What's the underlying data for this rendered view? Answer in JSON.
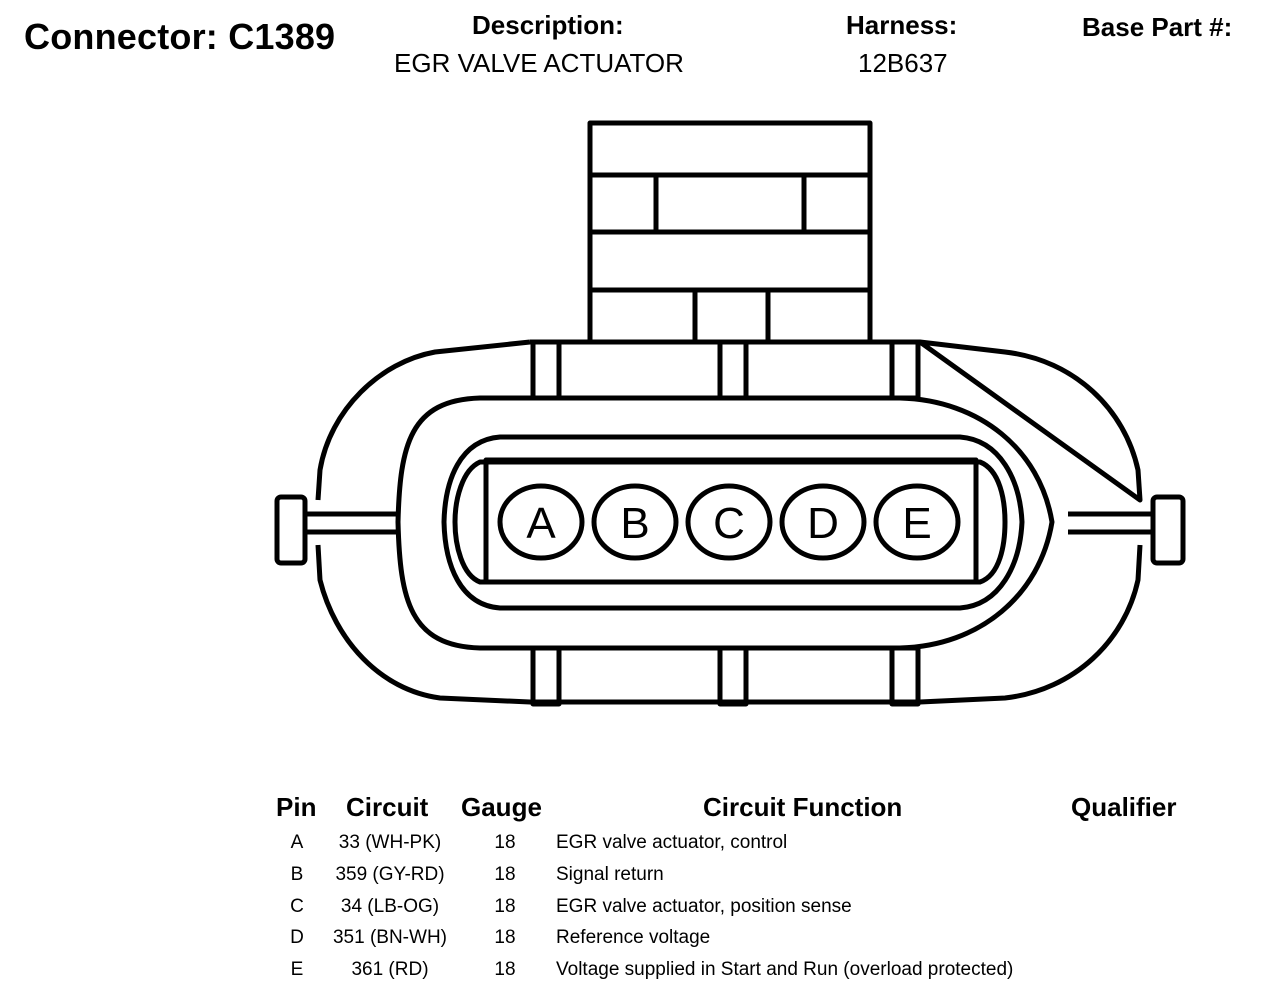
{
  "header": {
    "connector": "Connector: C1389",
    "description_label": "Description:",
    "description_value": "EGR VALVE ACTUATOR",
    "harness_label": "Harness:",
    "harness_value": "12B637",
    "base_part_label": "Base Part #:"
  },
  "diagram": {
    "pins": [
      "A",
      "B",
      "C",
      "D",
      "E"
    ]
  },
  "table": {
    "columns": [
      "Pin",
      "Circuit",
      "Gauge",
      "Circuit Function",
      "Qualifier"
    ],
    "rows": [
      {
        "pin": "A",
        "circuit": "33 (WH-PK)",
        "gauge": "18",
        "function": "EGR valve actuator, control"
      },
      {
        "pin": "B",
        "circuit": "359 (GY-RD)",
        "gauge": "18",
        "function": "Signal return"
      },
      {
        "pin": "C",
        "circuit": "34 (LB-OG)",
        "gauge": "18",
        "function": "EGR valve actuator, position sense"
      },
      {
        "pin": "D",
        "circuit": "351 (BN-WH)",
        "gauge": "18",
        "function": "Reference voltage"
      },
      {
        "pin": "E",
        "circuit": "361 (RD)",
        "gauge": "18",
        "function": "Voltage supplied in Start and Run (overload protected)"
      }
    ]
  }
}
